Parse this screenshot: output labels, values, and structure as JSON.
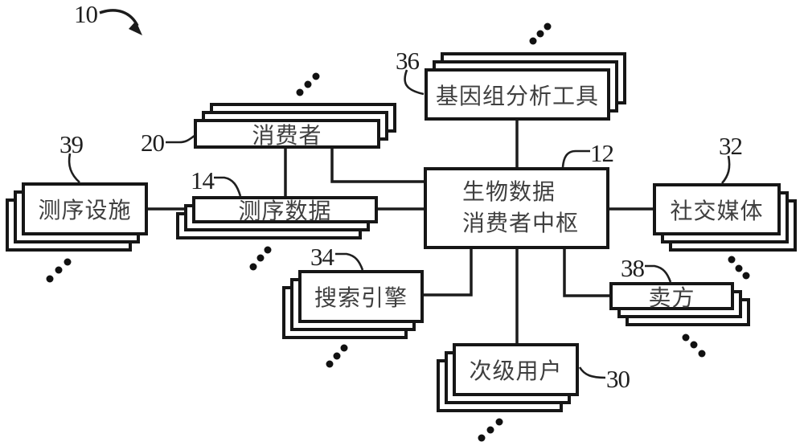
{
  "figure_ref": "10",
  "hub": {
    "ref": "12",
    "title_line1": "生物数据",
    "title_line2": "消费者中枢"
  },
  "nodes": {
    "genome_tools": {
      "ref": "36",
      "label": "基因组分析工具"
    },
    "consumers": {
      "ref": "20",
      "label": "消费者"
    },
    "sequencing_facility": {
      "ref": "39",
      "label": "测序设施"
    },
    "sequencing_data": {
      "ref": "14",
      "label": "测序数据"
    },
    "search_engine": {
      "ref": "34",
      "label": "搜索引擎"
    },
    "secondary_users": {
      "ref": "30",
      "label": "次级用户"
    },
    "social_media": {
      "ref": "32",
      "label": "社交媒体"
    },
    "sellers": {
      "ref": "38",
      "label": "卖方"
    }
  },
  "icons": {
    "figure_pointer": "curved-arrow-icon",
    "more_items": "diagonal-ellipsis-icon"
  },
  "colors": {
    "background": "#ffffff",
    "line": "#1c1c1c",
    "box_fill": "#ffffff",
    "text": "#3f3f3f"
  }
}
